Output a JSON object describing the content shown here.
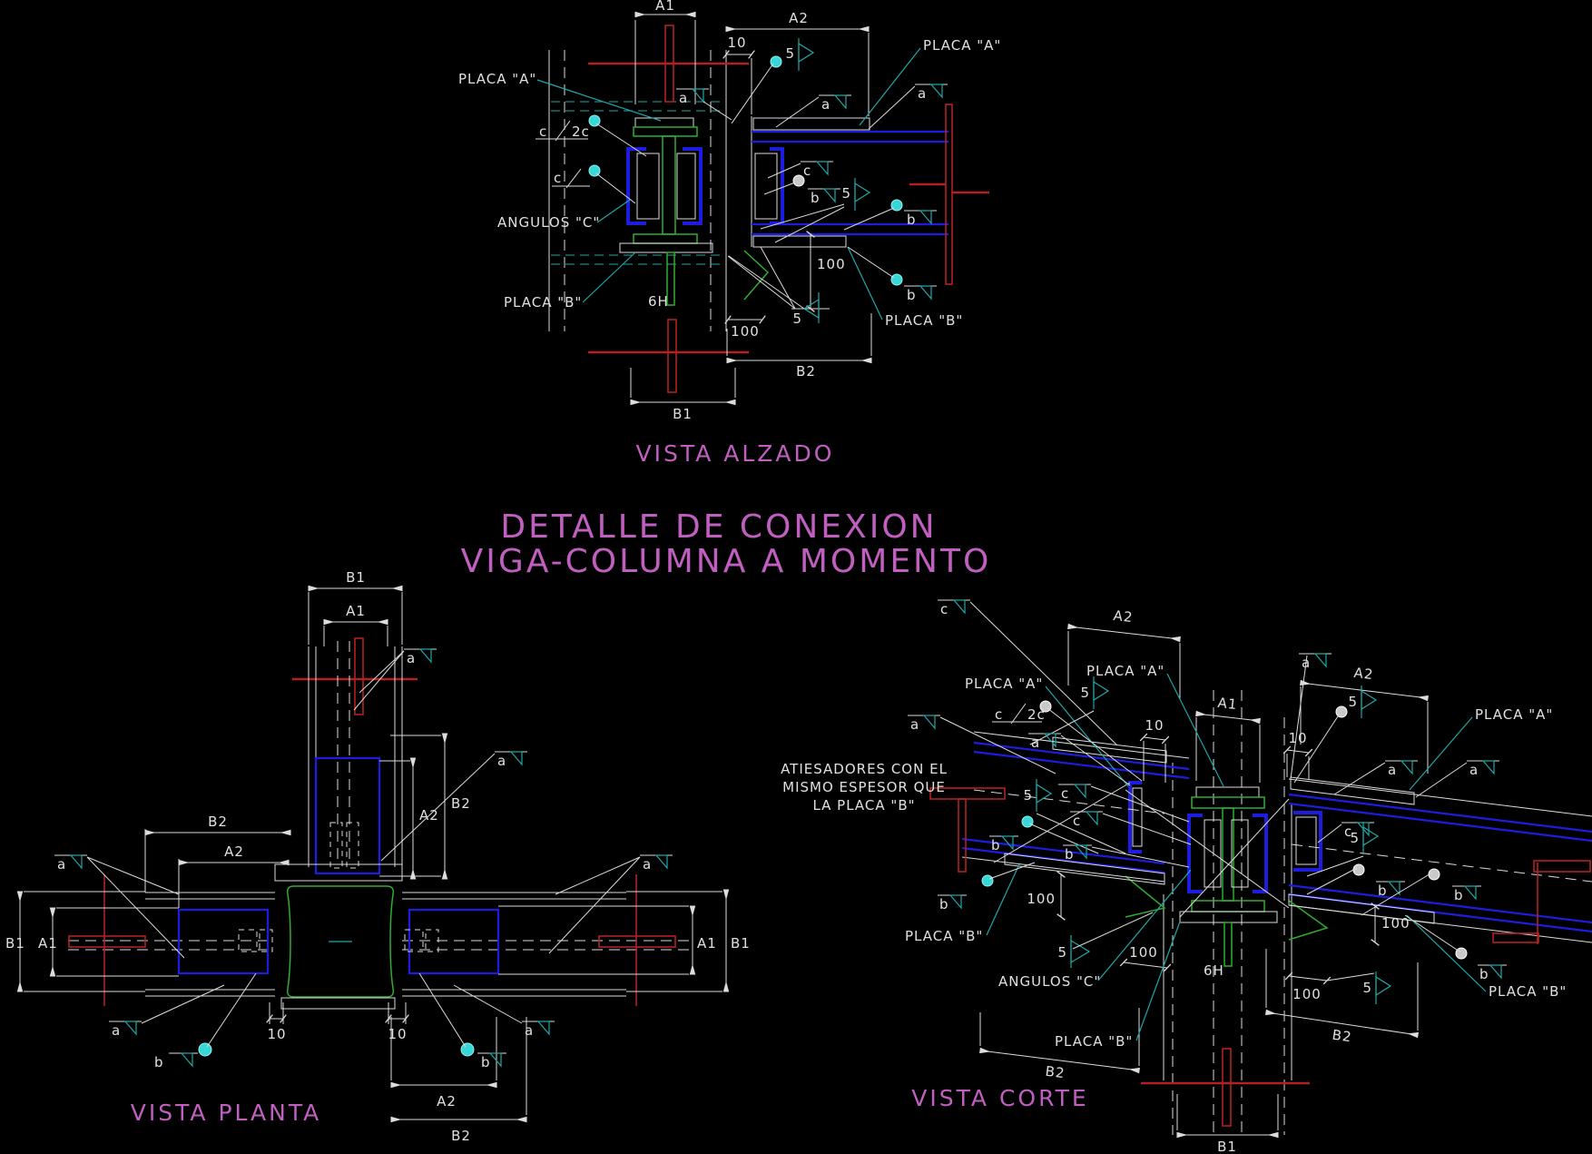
{
  "drawing": {
    "title_line1": "DETALLE DE CONEXION",
    "title_line2": "VIGA-COLUMNA A MOMENTO",
    "captions": {
      "alzado": "VISTA ALZADO",
      "planta": "VISTA PLANTA",
      "corte": "VISTA CORTE"
    },
    "labels": {
      "placa_a": "PLACA \"A\"",
      "placa_b": "PLACA \"B\"",
      "angulos_c": "ANGULOS \"C\"",
      "atiesadores_l1": "ATIESADORES CON EL",
      "atiesadores_l2": "MISMO ESPESOR QUE",
      "atiesadores_l3": "LA PLACA \"B\""
    },
    "dims": {
      "a1": "A1",
      "a2": "A2",
      "b1": "B1",
      "b2": "B2",
      "d10": "10",
      "d100": "100",
      "w5": "5",
      "h6": "6H",
      "sa": "a",
      "sb": "b",
      "sc": "c",
      "s2c": "2c"
    },
    "colors": {
      "background": "#000000",
      "lines": "#e0e0e0",
      "red": "#b22222",
      "blue": "#1d1de0",
      "green": "#2fad2f",
      "teal": "#1fa8a8",
      "cyan_dot": "#38d6d6",
      "magenta": "#c05fc0"
    }
  }
}
